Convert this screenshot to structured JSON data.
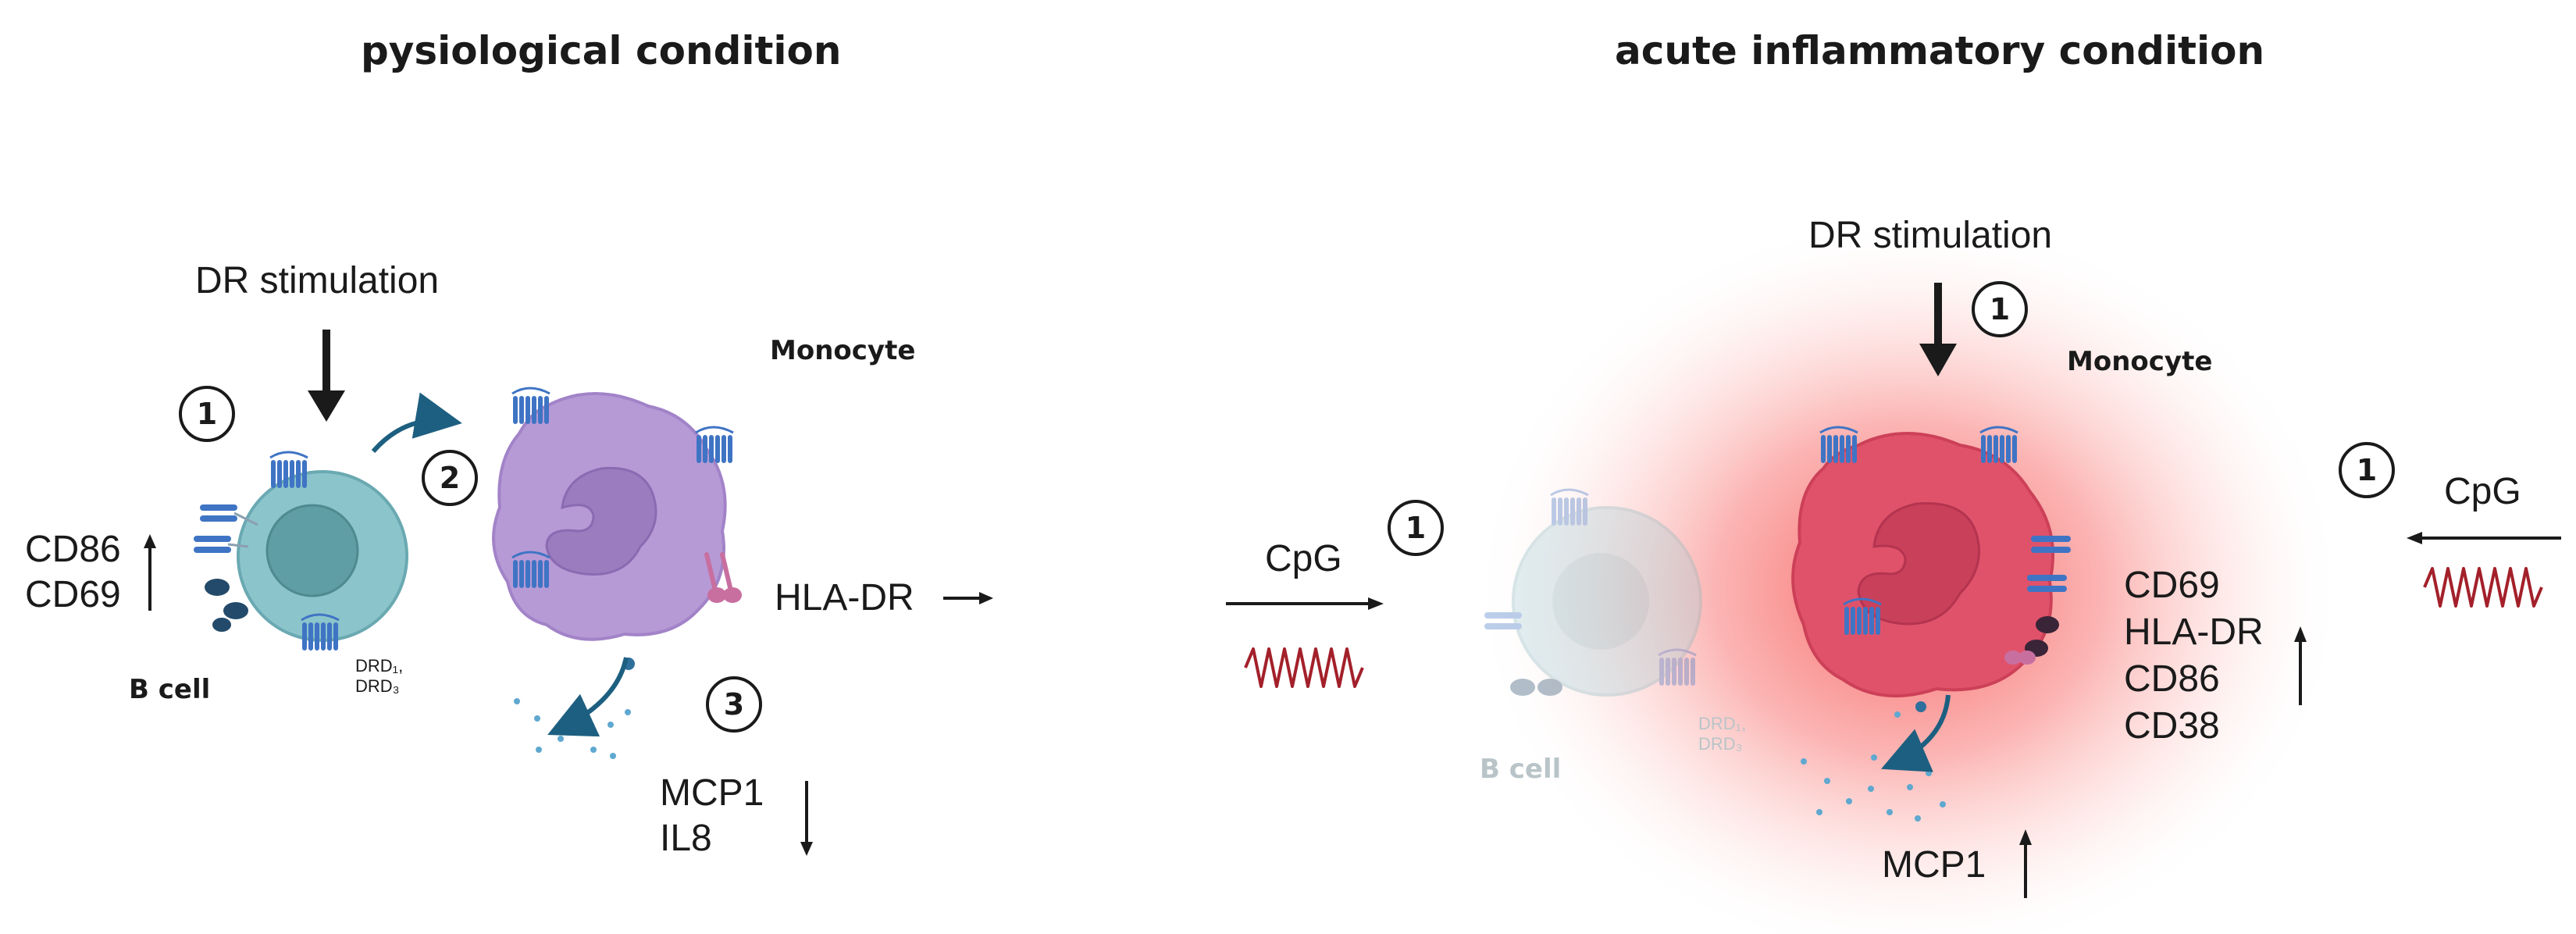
{
  "left_panel": {
    "title": "pysiological condition",
    "stimulus_label": "DR stimulation",
    "monocyte_label": "Monocyte",
    "bcell_label": "B cell",
    "receptor_label_1": "DRD₁,",
    "receptor_label_2": "DRD₃",
    "bcell_markers": [
      "CD86",
      "CD69"
    ],
    "bcell_markers_direction": "up",
    "monocyte_marker": "HLA-DR",
    "monocyte_marker_direction": "right",
    "cytokines": [
      "MCP1",
      "IL8"
    ],
    "cytokines_direction": "down",
    "steps": [
      "1",
      "2",
      "3"
    ]
  },
  "right_panel": {
    "title": "acute inflammatory condition",
    "stimulus_label": "DR stimulation",
    "monocyte_label": "Monocyte",
    "bcell_label": "B cell",
    "receptor_label_1": "DRD₁,",
    "receptor_label_2": "DRD₃",
    "cpg_left_label": "CpG",
    "cpg_right_label": "CpG",
    "monocyte_markers": [
      "CD69",
      "HLA-DR",
      "CD86",
      "CD38"
    ],
    "monocyte_markers_direction": "up",
    "cytokine": "MCP1",
    "cytokine_direction": "up",
    "steps": [
      "1",
      "1",
      "1"
    ]
  },
  "colors": {
    "bcell_fill": "#8cc4cc",
    "bcell_nucleus": "#5f9ea4",
    "monocyte_fill": "#b69ad6",
    "monocyte_nucleus": "#9a7cbf",
    "inflamed_monocyte": "#e0526a",
    "inflammation_glow": "#f65b5b",
    "receptor_blue": "#3f74c4",
    "cpg_wave": "#a3202a",
    "arrow_dark": "#1a1a1a",
    "curve_arrow": "#1d5f80"
  }
}
